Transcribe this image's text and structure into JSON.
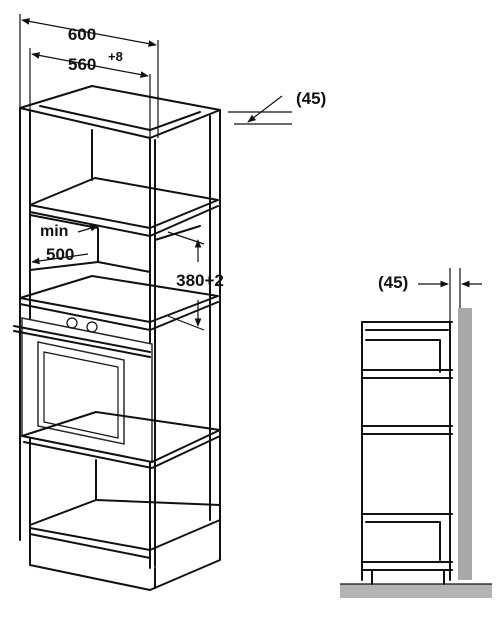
{
  "dimensions": {
    "total_width": "600",
    "niche_width": "560",
    "niche_tolerance": "+8",
    "gap_rear": "(45)",
    "gap_side_view": "(45)",
    "min_depth_label": "min",
    "min_depth_value": "500",
    "niche_height": "380+2"
  },
  "colors": {
    "line": "#111111",
    "wall": "#a8a8a8",
    "floor": "#b4b4b4",
    "background": "#ffffff"
  }
}
